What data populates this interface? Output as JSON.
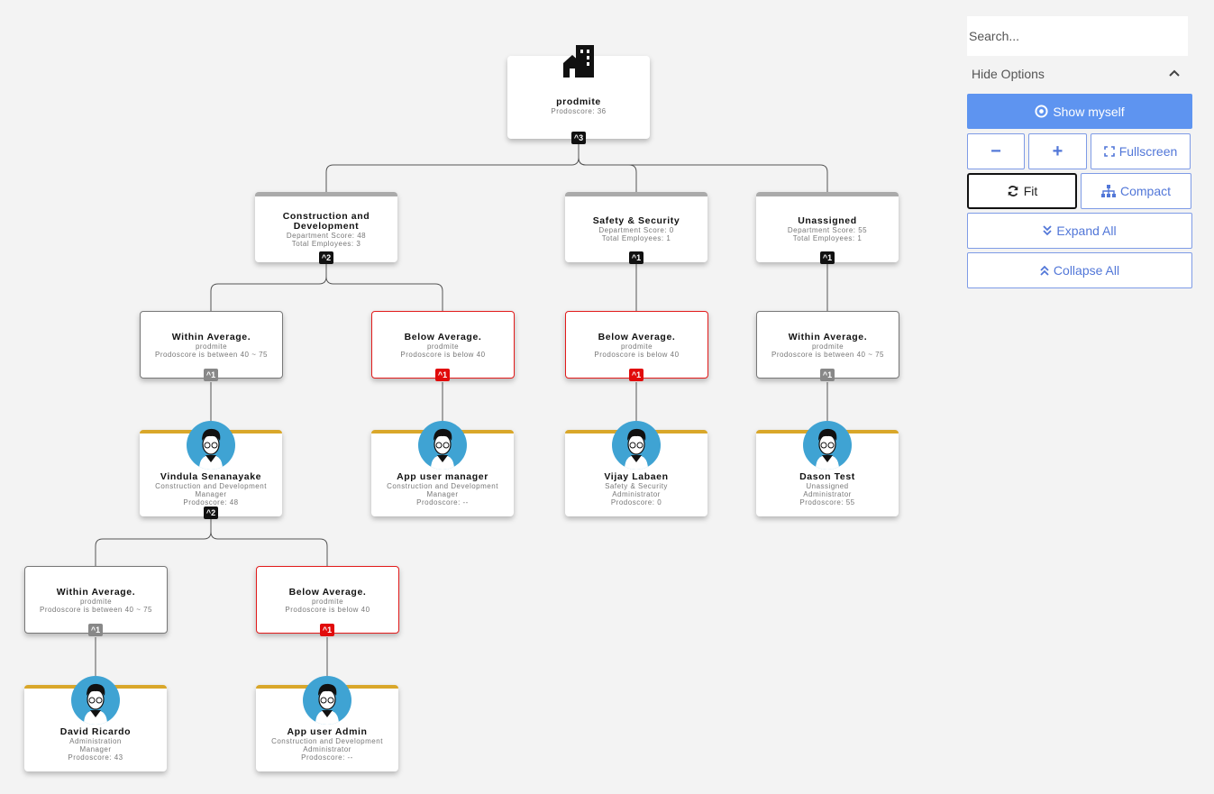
{
  "panel": {
    "search_placeholder": "Search...",
    "hide_options_label": "Hide Options",
    "show_myself_label": "Show myself",
    "zoom_out_label": "−",
    "zoom_in_label": "+",
    "fullscreen_label": "Fullscreen",
    "fit_label": "Fit",
    "compact_label": "Compact",
    "expand_all_label": "Expand All",
    "collapse_all_label": "Collapse All"
  },
  "org": {
    "root": {
      "title": "prodmite",
      "line1": "Prodoscore: 36",
      "badge": "3"
    },
    "departments": [
      {
        "title": "Construction and Development",
        "line1": "Department Score: 48",
        "line2": "Total Employees: 3",
        "badge": "2"
      },
      {
        "title": "Safety & Security",
        "line1": "Department Score: 0",
        "line2": "Total Employees: 1",
        "badge": "1"
      },
      {
        "title": "Unassigned",
        "line1": "Department Score: 55",
        "line2": "Total Employees: 1",
        "badge": "1"
      }
    ],
    "categories": [
      {
        "title": "Within Average.",
        "line1": "prodmite",
        "line2": "Prodoscore is between 40 ~ 75",
        "badge": "1",
        "status": "within"
      },
      {
        "title": "Below Average.",
        "line1": "prodmite",
        "line2": "Prodoscore is below 40",
        "badge": "1",
        "status": "below"
      },
      {
        "title": "Below Average.",
        "line1": "prodmite",
        "line2": "Prodoscore is below 40",
        "badge": "1",
        "status": "below"
      },
      {
        "title": "Within Average.",
        "line1": "prodmite",
        "line2": "Prodoscore is between 40 ~ 75",
        "badge": "1",
        "status": "within"
      },
      {
        "title": "Within Average.",
        "line1": "prodmite",
        "line2": "Prodoscore is between 40 ~ 75",
        "badge": "1",
        "status": "within"
      },
      {
        "title": "Below Average.",
        "line1": "prodmite",
        "line2": "Prodoscore is below 40",
        "badge": "1",
        "status": "below"
      }
    ],
    "people": [
      {
        "name": "Vindula Senanayake",
        "dept": "Construction and Development",
        "role": "Manager",
        "score": "Prodoscore: 48",
        "badge": "2"
      },
      {
        "name": "App user manager",
        "dept": "Construction and Development",
        "role": "Manager",
        "score": "Prodoscore: --"
      },
      {
        "name": "Vijay Labaen",
        "dept": "Safety & Security",
        "role": "Administrator",
        "score": "Prodoscore: 0"
      },
      {
        "name": "Dason Test",
        "dept": "Unassigned",
        "role": "Administrator",
        "score": "Prodoscore: 55"
      },
      {
        "name": "David Ricardo",
        "dept": "Administration",
        "role": "Manager",
        "score": "Prodoscore: 43"
      },
      {
        "name": "App user Admin",
        "dept": "Construction and Development",
        "role": "Administrator",
        "score": "Prodoscore: --"
      }
    ]
  },
  "colors": {
    "accent": "#5e94f0",
    "below_border": "#e21b1b",
    "person_bar": "#d9a72a",
    "avatar_bg": "#3fa3d3"
  }
}
